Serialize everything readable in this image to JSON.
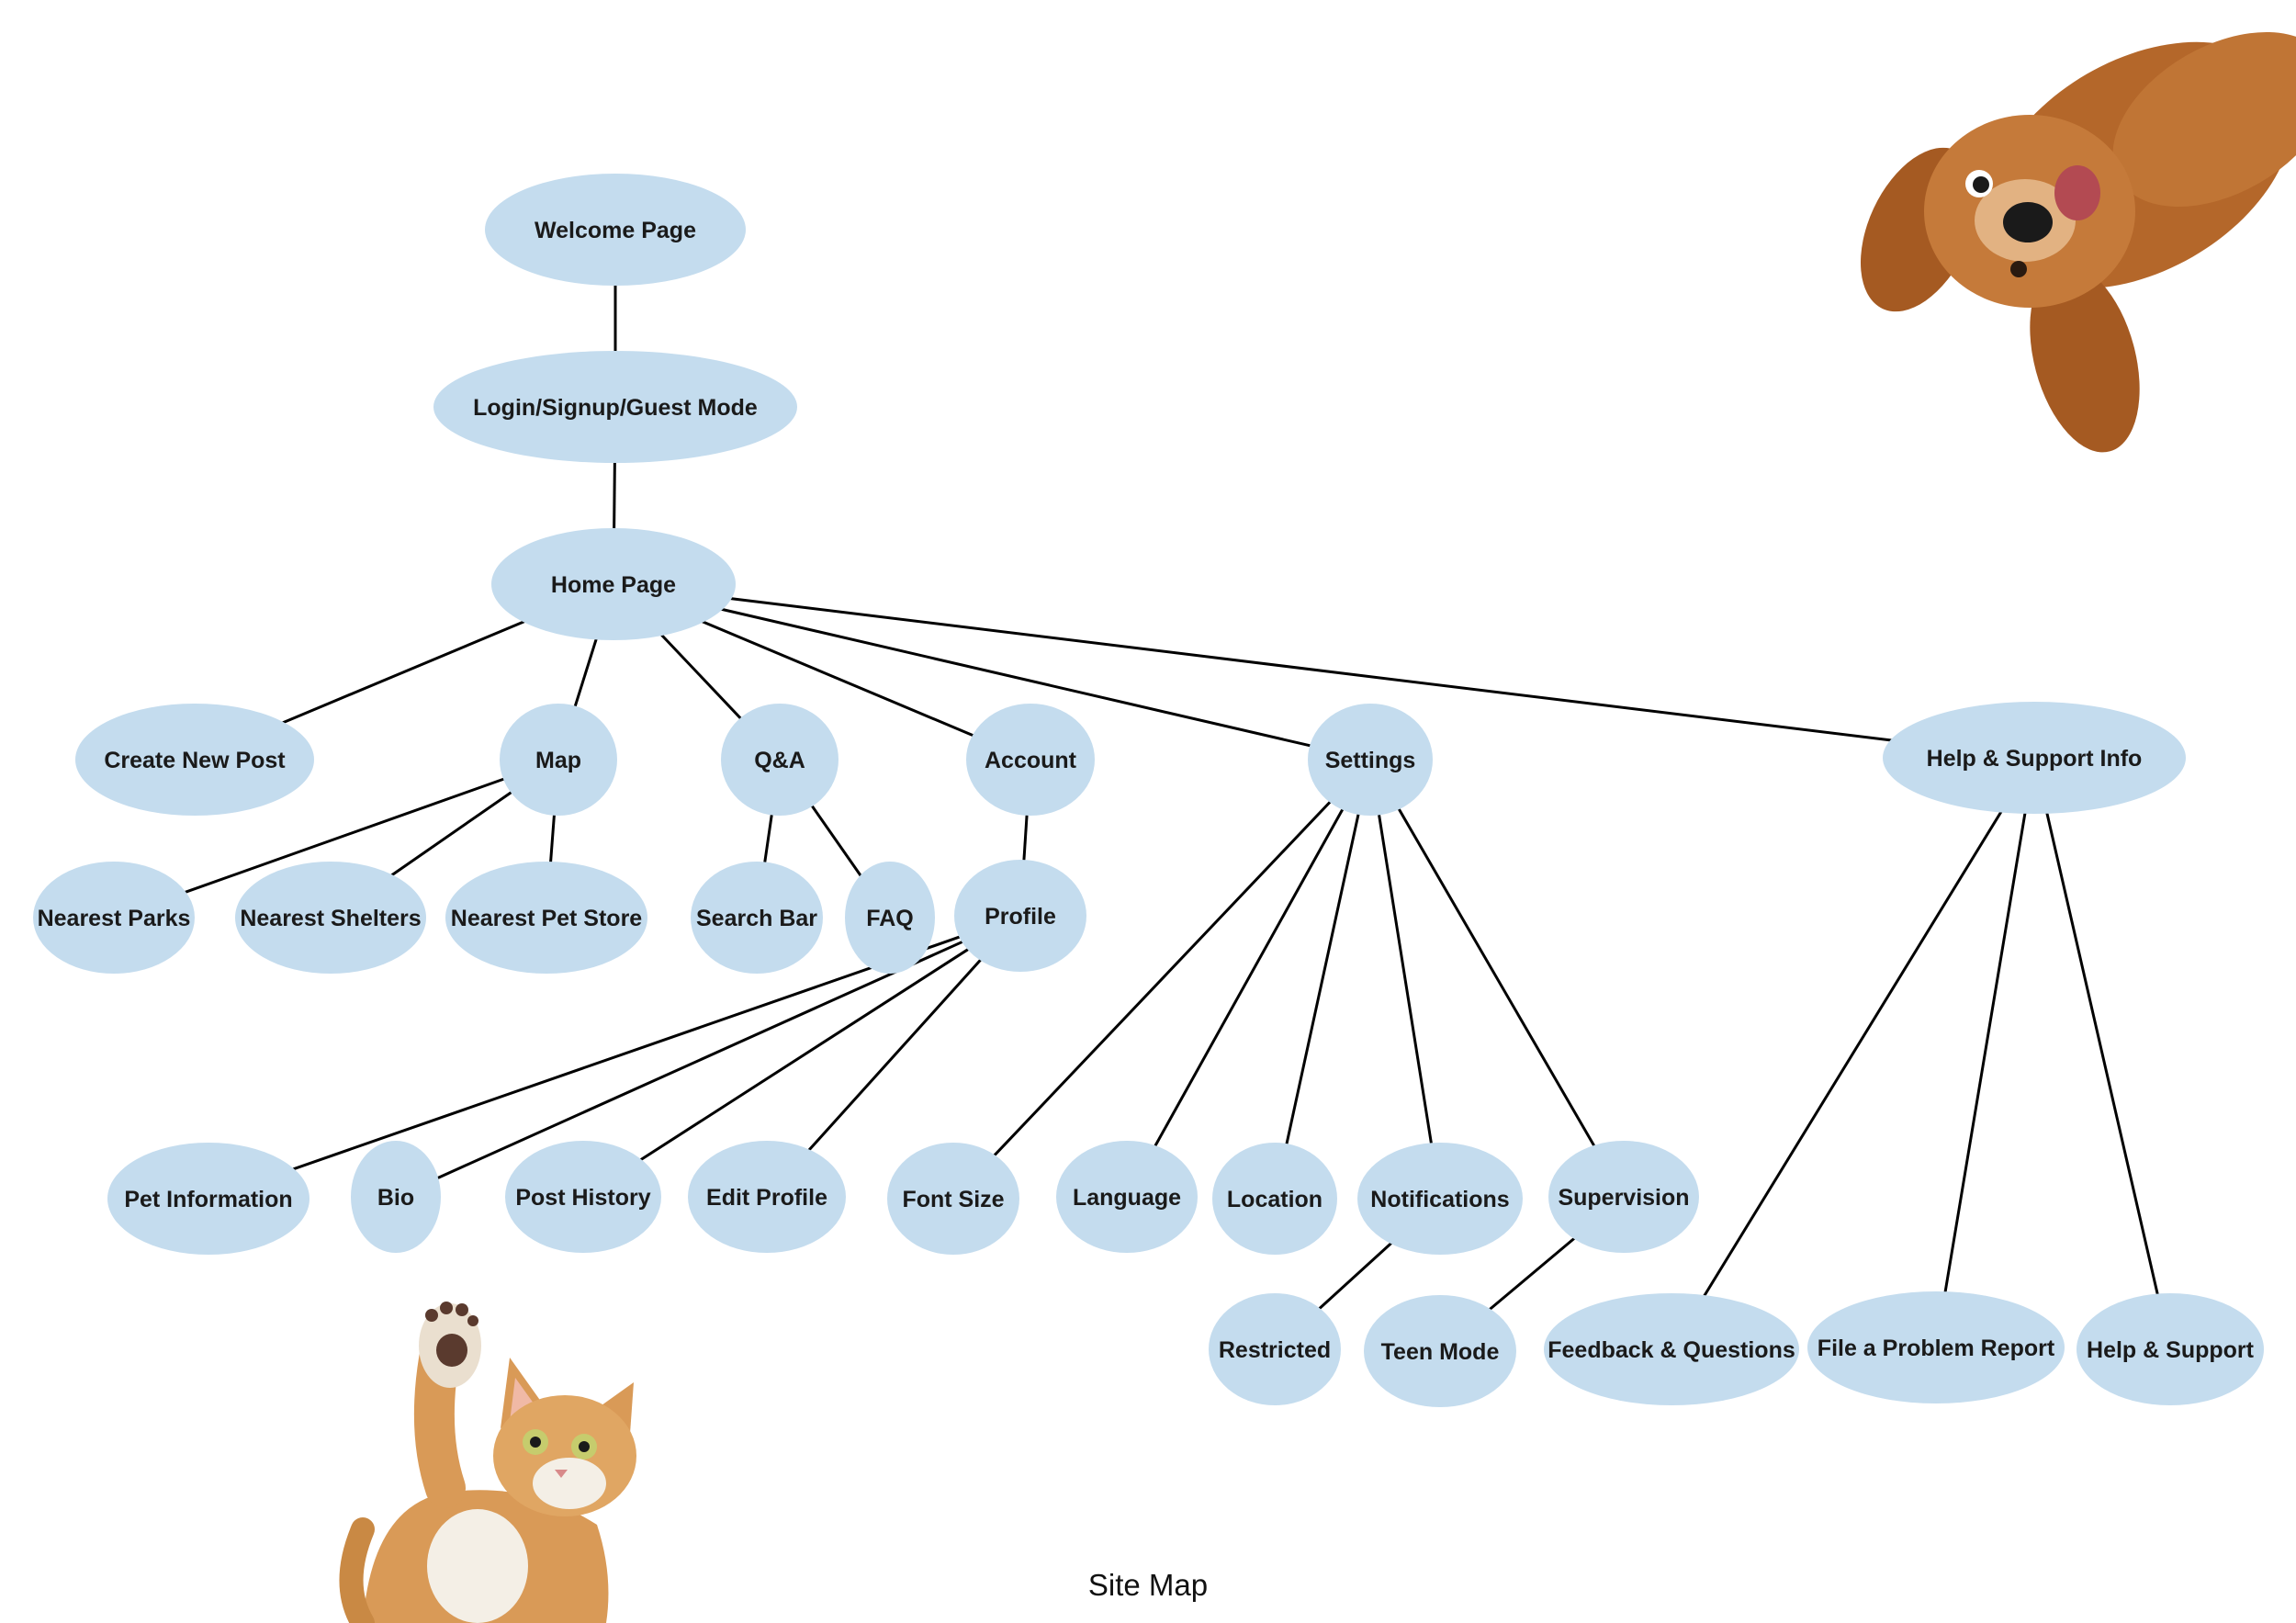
{
  "diagram": {
    "caption": "Site Map",
    "node_color": "#c4dcee",
    "edge_color": "#000000",
    "nodes": [
      {
        "id": "welcome",
        "label": "Welcome Page"
      },
      {
        "id": "login",
        "label": "Login/Signup/Guest Mode"
      },
      {
        "id": "home",
        "label": "Home Page"
      },
      {
        "id": "create-post",
        "label": "Create New Post"
      },
      {
        "id": "map",
        "label": "Map"
      },
      {
        "id": "qa",
        "label": "Q&A"
      },
      {
        "id": "account",
        "label": "Account"
      },
      {
        "id": "settings",
        "label": "Settings"
      },
      {
        "id": "help-info",
        "label": "Help & Support Info"
      },
      {
        "id": "nearest-parks",
        "label": "Nearest Parks"
      },
      {
        "id": "nearest-shelters",
        "label": "Nearest Shelters"
      },
      {
        "id": "nearest-pet-store",
        "label": "Nearest Pet Store"
      },
      {
        "id": "search-bar",
        "label": "Search Bar"
      },
      {
        "id": "faq",
        "label": "FAQ"
      },
      {
        "id": "profile",
        "label": "Profile"
      },
      {
        "id": "pet-info",
        "label": "Pet Information"
      },
      {
        "id": "bio",
        "label": "Bio"
      },
      {
        "id": "post-history",
        "label": "Post History"
      },
      {
        "id": "edit-profile",
        "label": "Edit Profile"
      },
      {
        "id": "font-size",
        "label": "Font Size"
      },
      {
        "id": "language",
        "label": "Language"
      },
      {
        "id": "location",
        "label": "Location"
      },
      {
        "id": "notifications",
        "label": "Notifications"
      },
      {
        "id": "supervision",
        "label": "Supervision"
      },
      {
        "id": "restricted",
        "label": "Restricted"
      },
      {
        "id": "teen-mode",
        "label": "Teen Mode"
      },
      {
        "id": "feedback",
        "label": "Feedback & Questions"
      },
      {
        "id": "problem-report",
        "label": "File a Problem Report"
      },
      {
        "id": "help-support",
        "label": "Help & Support"
      }
    ],
    "edges": [
      [
        "welcome",
        "login"
      ],
      [
        "login",
        "home"
      ],
      [
        "home",
        "create-post"
      ],
      [
        "home",
        "map"
      ],
      [
        "home",
        "qa"
      ],
      [
        "home",
        "account"
      ],
      [
        "home",
        "settings"
      ],
      [
        "home",
        "help-info"
      ],
      [
        "map",
        "nearest-parks"
      ],
      [
        "map",
        "nearest-shelters"
      ],
      [
        "map",
        "nearest-pet-store"
      ],
      [
        "qa",
        "search-bar"
      ],
      [
        "qa",
        "faq"
      ],
      [
        "account",
        "profile"
      ],
      [
        "profile",
        "pet-info"
      ],
      [
        "profile",
        "bio"
      ],
      [
        "profile",
        "post-history"
      ],
      [
        "profile",
        "edit-profile"
      ],
      [
        "settings",
        "font-size"
      ],
      [
        "settings",
        "language"
      ],
      [
        "settings",
        "location"
      ],
      [
        "settings",
        "notifications"
      ],
      [
        "settings",
        "supervision"
      ],
      [
        "notifications",
        "restricted"
      ],
      [
        "supervision",
        "teen-mode"
      ],
      [
        "help-info",
        "feedback"
      ],
      [
        "help-info",
        "problem-report"
      ],
      [
        "help-info",
        "help-support"
      ]
    ]
  }
}
